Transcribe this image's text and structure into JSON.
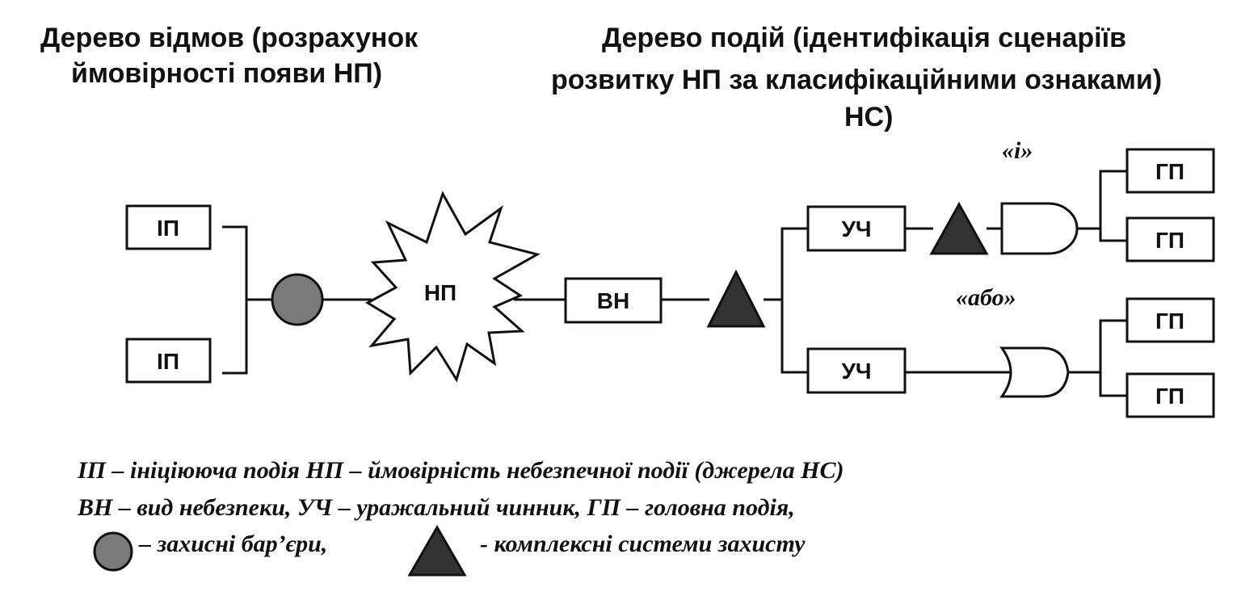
{
  "titles": {
    "left_line1": "Дерево відмов (розрахунок",
    "left_line2": "ймовірності появи НП)",
    "right_line1": "Дерево подій  (ідентифікація сценаріїв",
    "right_line2": "розвитку НП  за класифікаційними  ознаками)",
    "right_line3": "НС)"
  },
  "nodes": {
    "ip": "ІП",
    "np": "НП",
    "vn": "ВН",
    "uch": "УЧ",
    "gp": "ГП"
  },
  "gates": {
    "and_label": "«і»",
    "or_label": "«або»"
  },
  "legend": {
    "line1": "ІП –  ініціююча подія   НП – ймовірність небезпечної події (джерела НС)",
    "line2": "ВН – вид небезпеки,    УЧ –  уражальний чинник,   ГП – головна подія,",
    "barrier_text": "– захисні бар’єри,",
    "protection_text": "- комплексні системи захисту"
  },
  "colors": {
    "barrier": "#7a7a7a",
    "triangle": "#333333",
    "stroke": "#111111"
  }
}
